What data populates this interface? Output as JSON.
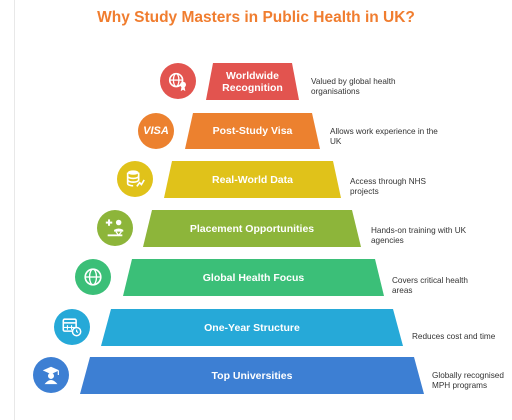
{
  "title": "Why Study Masters in Public Health in UK?",
  "colors": {
    "title": "#f07d2f",
    "text_white": "#ffffff",
    "desc_text": "#333333"
  },
  "levels": [
    {
      "label": "Worldwide Recognition",
      "description": "Valued by global health organisations",
      "color": "#e2544f",
      "icon": "globe-award-icon"
    },
    {
      "label": "Post-Study Visa",
      "description": "Allows work experience in the UK",
      "color": "#ec812f",
      "icon": "visa-card-icon",
      "icon_text": "VISA"
    },
    {
      "label": "Real-World Data",
      "description": "Access through NHS projects",
      "color": "#e0c21a",
      "icon": "database-icon"
    },
    {
      "label": "Placement Opportunities",
      "description": "Hands-on training with UK agencies",
      "color": "#8db53a",
      "icon": "medical-placement-icon"
    },
    {
      "label": "Global Health Focus",
      "description": "Covers critical health areas",
      "color": "#3bbf78",
      "icon": "globe-icon"
    },
    {
      "label": "One-Year Structure",
      "description": "Reduces cost and time",
      "color": "#26a9d8",
      "icon": "calendar-clock-icon"
    },
    {
      "label": "Top Universities",
      "description": "Globally recognised MPH programs",
      "color": "#3d7fd3",
      "icon": "graduate-icon"
    }
  ]
}
